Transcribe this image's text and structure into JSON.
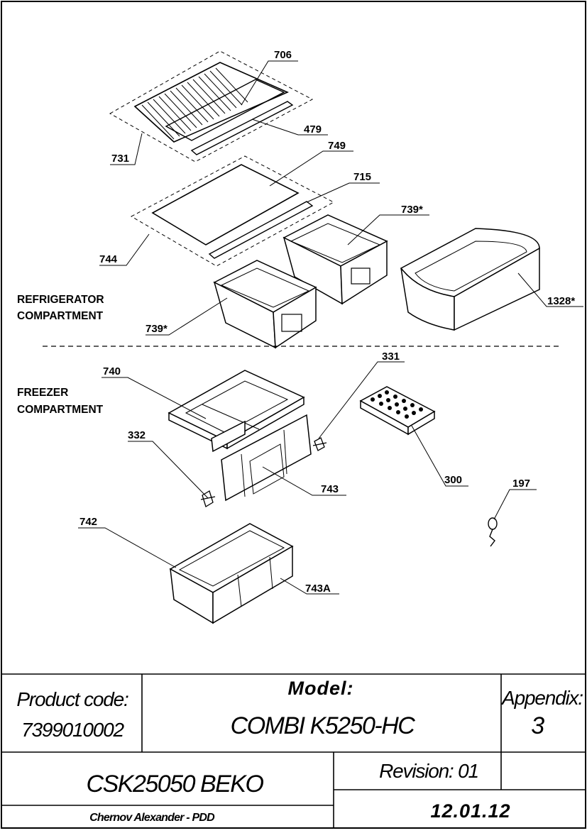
{
  "section_labels": {
    "refrigerator_line1": "REFRIGERATOR",
    "refrigerator_line2": "COMPARTMENT",
    "freezer_line1": "FREEZER",
    "freezer_line2": "COMPARTMENT"
  },
  "parts": [
    {
      "id": "706"
    },
    {
      "id": "479"
    },
    {
      "id": "731"
    },
    {
      "id": "749"
    },
    {
      "id": "715"
    },
    {
      "id": "739*"
    },
    {
      "id": "744"
    },
    {
      "id": "1328*"
    },
    {
      "id": "739*"
    },
    {
      "id": "331"
    },
    {
      "id": "740"
    },
    {
      "id": "332"
    },
    {
      "id": "743"
    },
    {
      "id": "300"
    },
    {
      "id": "197"
    },
    {
      "id": "742"
    },
    {
      "id": "743A"
    }
  ],
  "title_block": {
    "product_code_label": "Product code:",
    "product_code_value": "7399010002",
    "model_label": "Model:",
    "model_value": "COMBI K5250-HC",
    "appendix_label": "Appendix:",
    "appendix_value": "3",
    "document_code": "CSK25050 BEKO",
    "revision": "Revision: 01",
    "author": "Chernov Alexander - PDD",
    "date": "12.01.12"
  }
}
